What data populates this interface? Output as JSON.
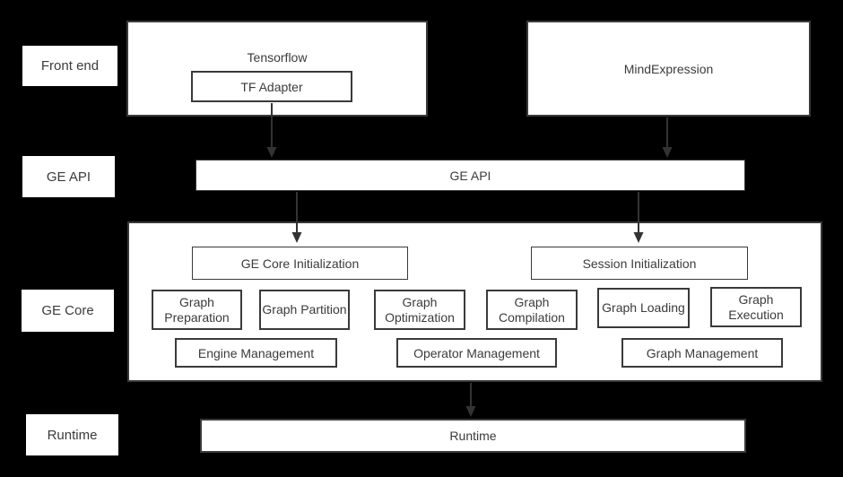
{
  "colors": {
    "background": "#000000",
    "box_fill": "#ffffff",
    "border": "#3a3a3a",
    "text": "#3b3b3b",
    "arrow": "#333333"
  },
  "side_labels": {
    "front_end": "Front end",
    "ge_api": "GE API",
    "ge_core": "GE Core",
    "runtime": "Runtime"
  },
  "front_end_layer": {
    "tensorflow_label": "Tensorflow",
    "tf_adapter_label": "TF Adapter",
    "mindexpression_label": "MindExpression"
  },
  "ge_api_layer": {
    "bar_label": "GE API"
  },
  "ge_core_layer": {
    "init_boxes": [
      {
        "label": "GE Core Initialization"
      },
      {
        "label": "Session Initialization"
      }
    ],
    "function_boxes": [
      {
        "label": "Graph Preparation"
      },
      {
        "label": "Graph Partition"
      },
      {
        "label": "Graph Optimization"
      },
      {
        "label": "Graph Compilation"
      },
      {
        "label": "Graph Loading"
      },
      {
        "label": "Graph Execution"
      }
    ],
    "management_boxes": [
      {
        "label": "Engine Management"
      },
      {
        "label": "Operator Management"
      },
      {
        "label": "Graph Management"
      }
    ]
  },
  "runtime_layer": {
    "bar_label": "Runtime"
  }
}
